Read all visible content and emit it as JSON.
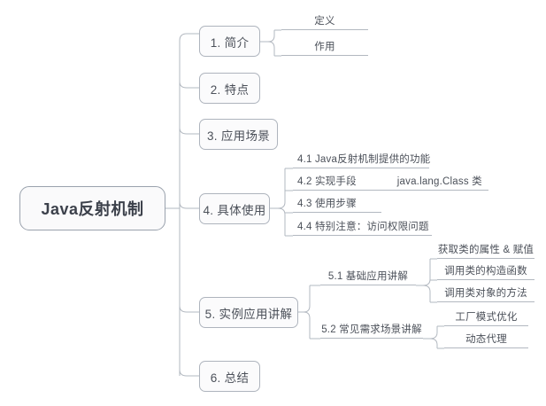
{
  "diagram": {
    "type": "mindmap",
    "title": "Java反射机制",
    "background_color": "#ffffff",
    "line_color": "#b2b8c0",
    "text_color": "#4c515a",
    "root": {
      "label": "Java反射机制"
    },
    "branches": [
      {
        "id": "b1",
        "label": "1. 简介",
        "children": [
          {
            "label": "定义"
          },
          {
            "label": "作用"
          }
        ]
      },
      {
        "id": "b2",
        "label": "2. 特点",
        "children": []
      },
      {
        "id": "b3",
        "label": "3. 应用场景",
        "children": []
      },
      {
        "id": "b4",
        "label": "4. 具体使用",
        "children": [
          {
            "label": "4.1 Java反射机制提供的功能"
          },
          {
            "label": "4.2 实现手段",
            "label_extra": "java.lang.Class 类"
          },
          {
            "label": "4.3 使用步骤"
          },
          {
            "label": "4.4 特别注意：访问权限问题"
          }
        ]
      },
      {
        "id": "b5",
        "label": "5. 实例应用讲解",
        "children": [
          {
            "label": "5.1 基础应用讲解",
            "children": [
              {
                "label": "获取类的属性 & 赋值"
              },
              {
                "label": "调用类的构造函数"
              },
              {
                "label": "调用类对象的方法"
              }
            ]
          },
          {
            "label": "5.2 常见需求场景讲解",
            "children": [
              {
                "label": "工厂模式优化"
              },
              {
                "label": "动态代理"
              }
            ]
          }
        ]
      },
      {
        "id": "b6",
        "label": "6. 总结",
        "children": []
      }
    ]
  }
}
